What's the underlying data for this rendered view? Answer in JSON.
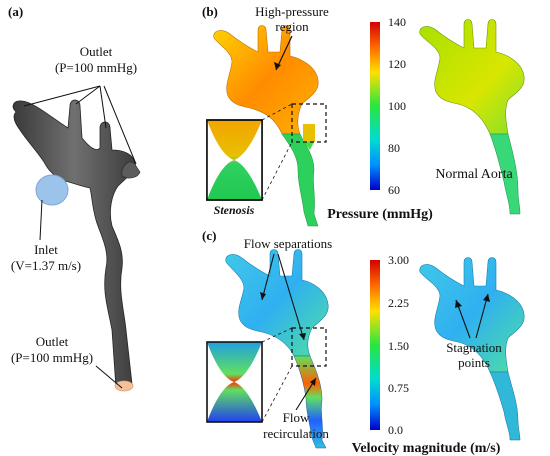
{
  "panels": {
    "a": {
      "label": "(a)",
      "outlet_top": {
        "line1": "Outlet",
        "line2": "(P=100 mmHg)"
      },
      "inlet": {
        "line1": "Inlet",
        "line2": "(V=1.37 m/s)"
      },
      "outlet_bottom": {
        "line1": "Outlet",
        "line2": "(P=100 mmHg)"
      }
    },
    "b": {
      "label": "(b)",
      "high_pressure": {
        "line1": "High-pressure",
        "line2": "region"
      },
      "stenosis": "Stenosis",
      "normal_aorta": "Normal Aorta",
      "colorbar": {
        "title": "Pressure (mmHg)",
        "ticks": [
          "140",
          "120",
          "100",
          "80",
          "60"
        ],
        "min": 60,
        "max": 140
      }
    },
    "c": {
      "label": "(c)",
      "flow_separations": "Flow separations",
      "stagnation": {
        "line1": "Stagnation",
        "line2": "points"
      },
      "recirculation": {
        "line1": "Flow",
        "line2": "recirculation"
      },
      "colorbar": {
        "title": "Velocity magnitude (m/s)",
        "ticks": [
          "3.00",
          "2.25",
          "1.50",
          "0.75",
          "0.0"
        ],
        "min": 0.0,
        "max": 3.0
      }
    }
  },
  "colors": {
    "jet_top": "#ff0000",
    "jet_upper": "#ffff00",
    "jet_mid": "#00ff66",
    "jet_lower": "#00ccff",
    "jet_bottom": "#0000ff",
    "geometry": "#5a5a5a",
    "inlet": "#9cc3ea",
    "outlet": "#f4c19b"
  }
}
